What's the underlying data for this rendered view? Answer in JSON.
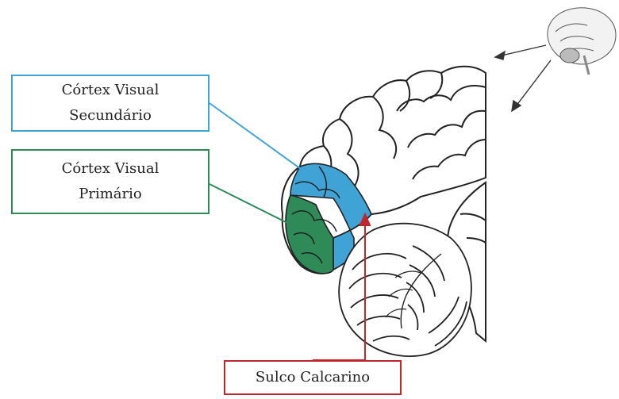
{
  "labels": {
    "secondary_visual_cortex": "Córtex Visual\nSecundário",
    "primary_visual_cortex": "Córtex Visual\nPrimário",
    "calcarine_sulcus": "Sulco Calcarino"
  },
  "colors": {
    "secondary": "#3fa3d6",
    "primary": "#2e8b57",
    "sulcus": "#c0272d"
  }
}
